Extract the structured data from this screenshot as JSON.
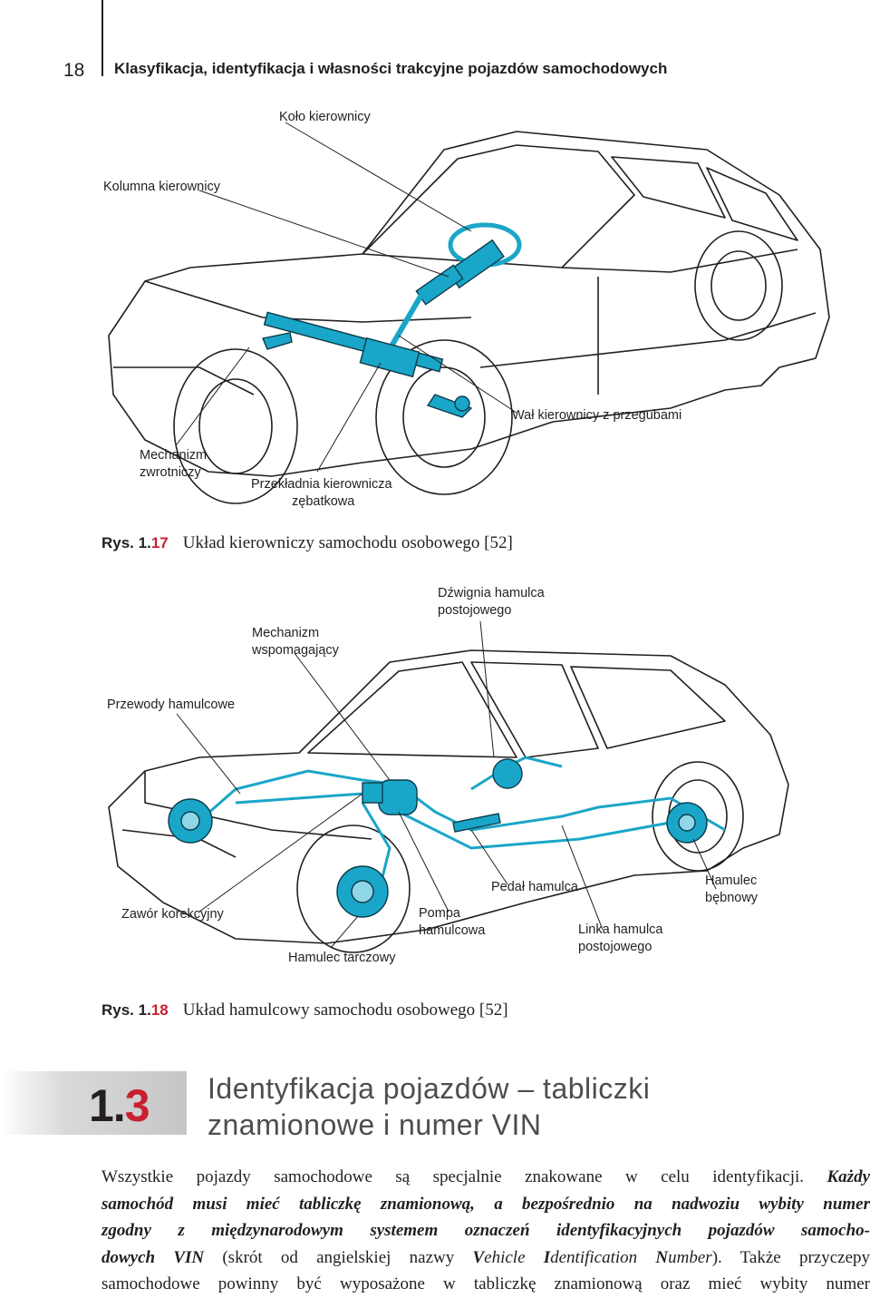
{
  "header": {
    "page_number": "18",
    "running_title": "Klasyfikacja, identyfikacja i własności trakcyjne pojazdów samochodowych"
  },
  "figure1": {
    "labels": {
      "steering_wheel": "Koło kierownicy",
      "steering_column": "Kolumna kierownicy",
      "steering_shaft": "Wał kierownicy z przegubami",
      "knuckle_line1": "Mechanizm",
      "knuckle_line2": "zwrotniczy",
      "gear_line1": "Przekładnia kierownicza",
      "gear_line2": "zębatkowa"
    },
    "caption": {
      "prefix": "Rys. 1.",
      "number": "17",
      "text": "Układ kierowniczy samochodu osobowego [52]"
    }
  },
  "figure2": {
    "labels": {
      "park_lever_line1": "Dźwignia hamulca",
      "park_lever_line2": "postojowego",
      "booster_line1": "Mechanizm",
      "booster_line2": "wspomagający",
      "brake_lines": "Przewody hamulcowe",
      "pedal": "Pedał hamulca",
      "drum_line1": "Hamulec",
      "drum_line2": "bębnowy",
      "valve": "Zawór korekcyjny",
      "pump_line1": "Pompa",
      "pump_line2": "hamulcowa",
      "park_cable_line1": "Linka hamulca",
      "park_cable_line2": "postojowego",
      "disc": "Hamulec tarczowy"
    },
    "caption": {
      "prefix": "Rys. 1.",
      "number": "18",
      "text": "Układ hamulcowy samochodu osobowego [52]"
    }
  },
  "section": {
    "number_main": "1.",
    "number_sub": "3",
    "title_line1": "Identyfikacja pojazdów – tabliczki",
    "title_line2": "znamionowe i numer VIN"
  },
  "body": {
    "l1_regular": "Wszystkie pojazdy samochodowe są specjalnie znakowane w celu identyfikacji.",
    "l1_emph": "Każdy",
    "l2_emph": "samochód musi mieć tabliczkę znamionową, a bezpośrednio na nadwoziu wybity numer",
    "l3_emph": "zgodny z międzynarodowym systemem oznaczeń identyfikacyjnych pojazdów samocho-",
    "l4_emph": "dowych VIN",
    "l4_a": "(skrót od angielskiej nazwy",
    "l4_V": "V",
    "l4_vehicle": "ehicle",
    "l4_I": "I",
    "l4_ident": "dentification",
    "l4_N": "N",
    "l4_number": "umber",
    "l4_b": "). Także przyczepy",
    "l5": "samochodowe powinny być wyposażone w tabliczkę znamionową oraz mieć wybity numer"
  },
  "colors": {
    "accent_red": "#c8202f",
    "system_blue": "#1aa6c8",
    "outline": "#231f20",
    "title_gray": "#4d4d4f"
  }
}
